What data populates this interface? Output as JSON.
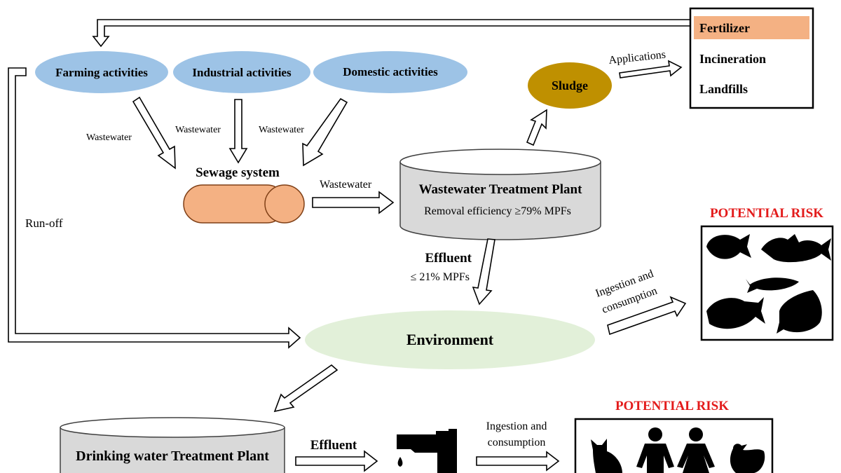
{
  "sources": {
    "farming": "Farming activities",
    "industrial": "Industrial activities",
    "domestic": "Domestic activities"
  },
  "flows": {
    "wastewater_farming": "Wastewater",
    "wastewater_industrial": "Wastewater",
    "wastewater_domestic": "Wastewater",
    "wastewater_to_plant": "Wastewater",
    "runoff": "Run-off",
    "applications": "Applications",
    "ingestion_fish_1": "Ingestion and",
    "ingestion_fish_2": "consumption",
    "ingestion_humans_1": "Ingestion and",
    "ingestion_humans_2": "consumption"
  },
  "sewage": {
    "title": "Sewage system"
  },
  "wwtp": {
    "title": "Wastewater Treatment Plant",
    "removal": "Removal efficiency ≥79% MPFs"
  },
  "sludge": {
    "label": "Sludge"
  },
  "sludge_uses": [
    "Fertilizer",
    "Incineration",
    "Landfills"
  ],
  "effluent": {
    "label": "Effluent",
    "value": "≤ 21% MPFs"
  },
  "environment": {
    "label": "Environment"
  },
  "risk_fish": {
    "title": "POTENTIAL RISK"
  },
  "dwtp": {
    "title": "Drinking water Treatment Plant"
  },
  "effluent_bottom": {
    "label": "Effluent"
  },
  "risk_humans": {
    "title": "POTENTIAL RISK"
  },
  "colors": {
    "source_ellipse": "#9dc3e6",
    "sewage_pipe": "#f4b183",
    "sludge": "#bf9000",
    "environment": "#e2f0d9",
    "plant": "#d9d9d9",
    "fertilizer_highlight": "#f4b183",
    "risk_title": "#e31b1b"
  },
  "icons": {
    "fish": [
      "fish-icon",
      "fish-icon",
      "fish-icon",
      "fish-icon",
      "fish-icon"
    ],
    "tap": "faucet-icon",
    "receptors": [
      "cat-icon",
      "boy-icon",
      "girl-icon",
      "chicken-icon"
    ]
  }
}
